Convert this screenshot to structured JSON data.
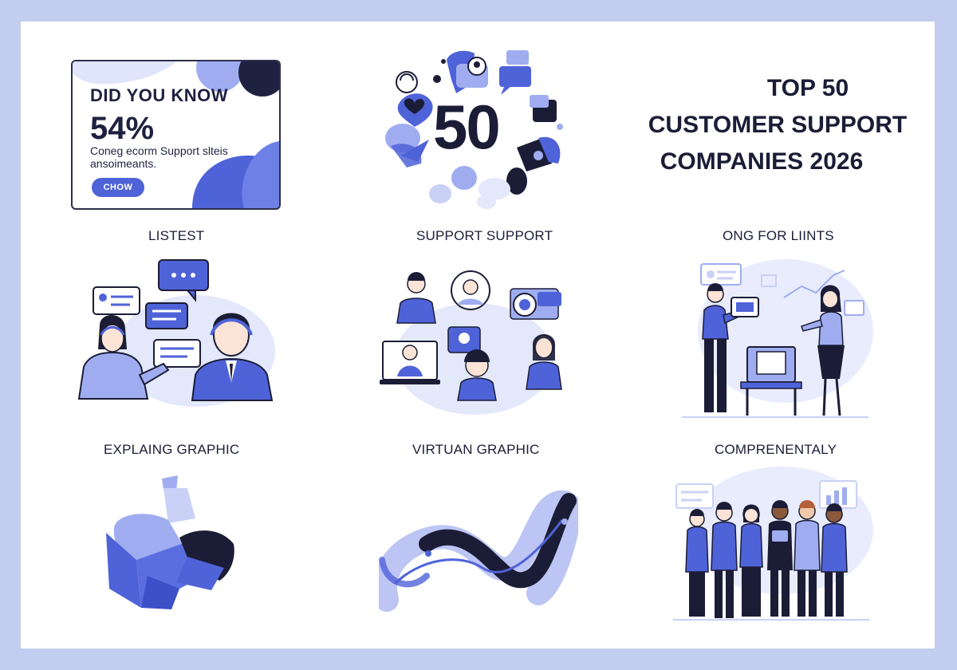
{
  "did_you_know": {
    "title": "DID YOU KNOW",
    "stat": "54%",
    "text_line1": "Coneg ecorm Support slteis",
    "text_line2": "ansoimeants.",
    "button": "CHOW"
  },
  "hero_number": "50",
  "headline": {
    "line1": "TOP 50",
    "line2": "CUSTOMER SUPPORT",
    "line3": "COMPANIES 2026"
  },
  "sections": [
    {
      "label": "LISTEST"
    },
    {
      "label": "SUPPORT SUPPORT"
    },
    {
      "label": "ONG FOR LIINTS"
    },
    {
      "label": "EXPLAING GRAPHIC"
    },
    {
      "label": "VIRTUAN GRAPHIC"
    },
    {
      "label": "COMPRENENTALY"
    }
  ],
  "colors": {
    "frame": "#c3cdef",
    "accent": "#4f63d8",
    "accent_light": "#9fadf0",
    "dark": "#1b1d36",
    "pale": "#e3e8fb"
  }
}
